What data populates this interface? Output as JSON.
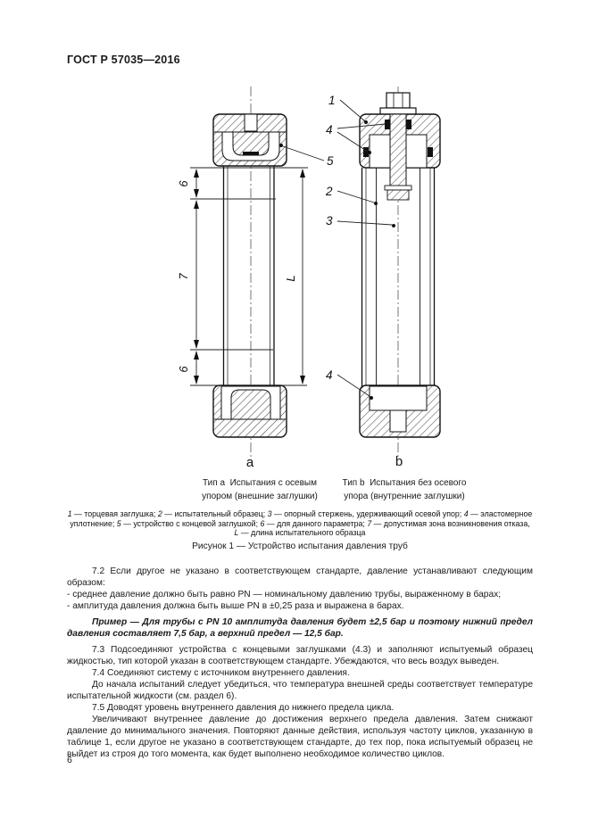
{
  "header": {
    "doc_number": "ГОСТ Р 57035—2016"
  },
  "figure": {
    "callouts": {
      "n1": "1",
      "n4_top": "4",
      "n5": "5",
      "n2": "2",
      "n3": "3",
      "n4_bottom": "4"
    },
    "dims": {
      "zone_top": "6",
      "zone_middle": "7",
      "zone_bottom": "6",
      "length": "L"
    },
    "labels": {
      "a": "a",
      "b": "b"
    },
    "caption_a": "Тип а  Испытания с осевым\nупором (внешние заглушки)",
    "caption_b": "Тип b  Испытания без осевого\nупора (внутренние заглушки)",
    "legend": {
      "items": [
        {
          "label": "1",
          "text": "торцевая заглушка"
        },
        {
          "label": "2",
          "text": "испытательный образец"
        },
        {
          "label": "3",
          "text": "опорный стержень, удерживающий осевой упор"
        },
        {
          "label": "4",
          "text": "эластомерное уплотнение"
        },
        {
          "label": "5",
          "text": "устройство с концевой заглушкой"
        },
        {
          "label": "6",
          "text": "для данного параметра"
        },
        {
          "label": "7",
          "text": "допустимая зона возникновения отказа"
        },
        {
          "label": "L",
          "text": "длина испытательного образца"
        }
      ]
    },
    "figure_caption": "Рисунок 1 — Устройство испытания давления труб"
  },
  "body": {
    "p72": "7.2  Если другое не указано в соответствующем стандарте, давление устанавливают следующим образом:",
    "p72_b1": "- среднее давление должно быть равно PN — номинальному давлению трубы, выраженному в барах;",
    "p72_b2": "- амплитуда давления должна быть выше PN в ±0,25 раза и выражена в барах.",
    "example": "Пример — Для трубы с PN 10 амплитуда давления будет ±2,5 бар и поэтому нижний предел давления составляет 7,5 бар, а верхний предел — 12,5 бар.",
    "p73": "7.3  Подсоединяют устройства с концевыми заглушками (4.3) и заполняют испытуемый образец жидкостью, тип которой указан в соответствующем стандарте. Убеждаются, что весь воздух выведен.",
    "p74": "7.4  Соединяют систему с источником внутреннего давления.",
    "p74a": "До начала испытаний следует убедиться, что температура внешней среды соответствует температуре испытательной жидкости (см. раздел 6).",
    "p75": "7.5  Доводят уровень внутреннего давления до нижнего предела цикла.",
    "p75a": "Увеличивают внутреннее давление до достижения верхнего предела давления. Затем снижают давление до минимального значения. Повторяют данные действия, используя частоту циклов, указанную в таблице 1, если другое не указано в соответствующем стандарте, до тех пор, пока испытуемый образец не выйдет из строя до того момента, как будет выполнено необходимое количество циклов."
  },
  "footer": {
    "page_number": "6"
  }
}
